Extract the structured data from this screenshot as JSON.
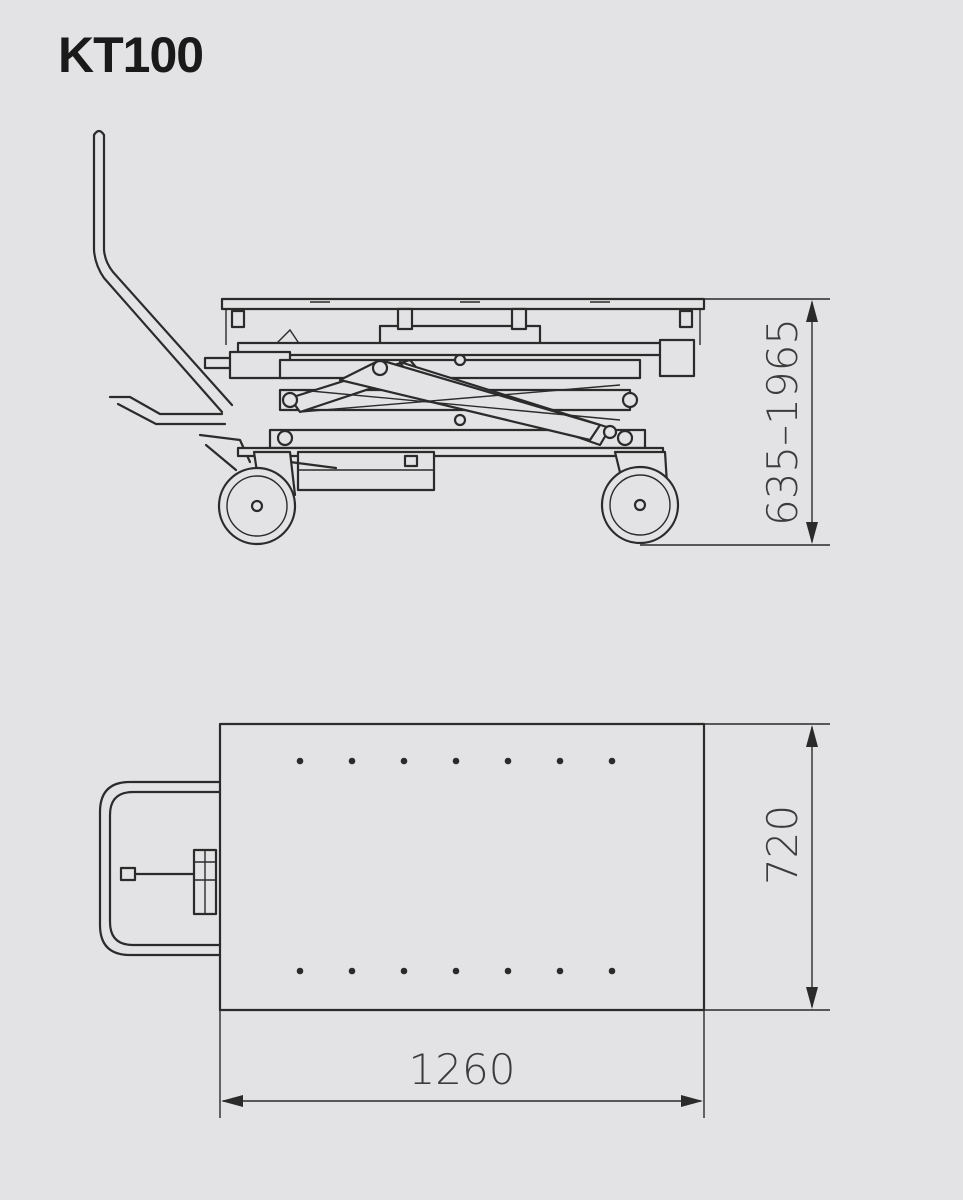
{
  "title": "KT100",
  "side_view": {
    "height_dimension": "635–1965"
  },
  "top_view": {
    "width_dimension": "720",
    "length_dimension": "1260"
  }
}
